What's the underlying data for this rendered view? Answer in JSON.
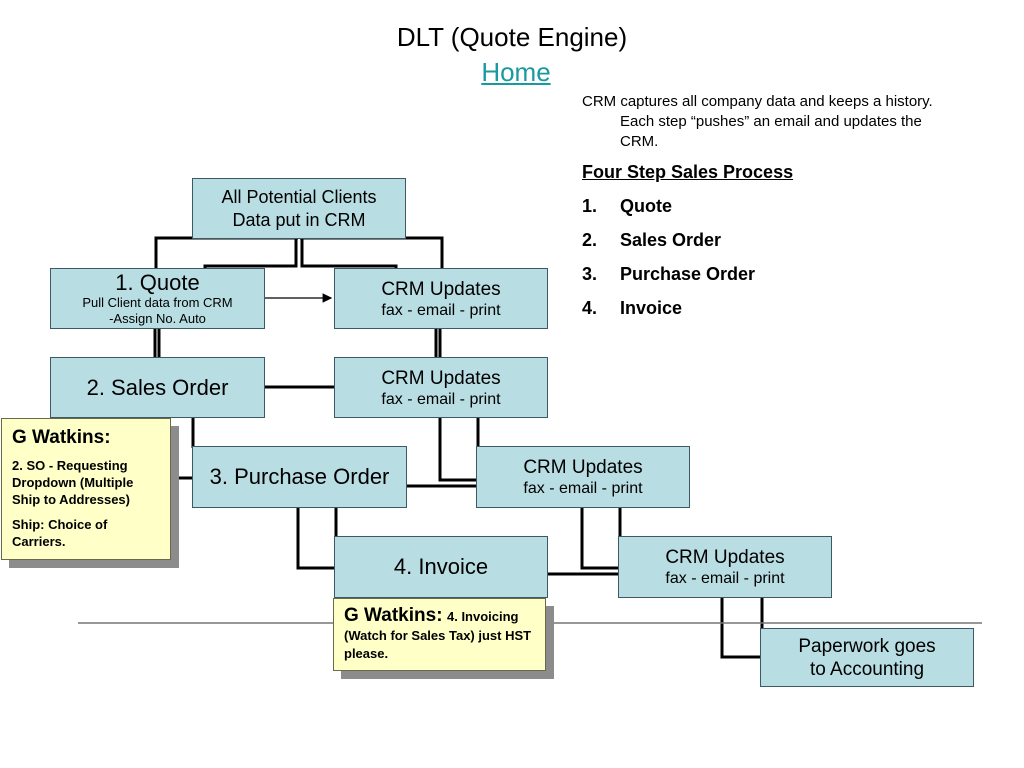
{
  "header": {
    "title": "DLT (Quote Engine)",
    "home_link": "Home"
  },
  "sidebar": {
    "intro": "CRM captures all company data and keeps a history.  Each step “pushes” an email and updates the CRM.",
    "heading": "Four Step Sales Process",
    "steps": [
      {
        "num": "1.",
        "label": "Quote"
      },
      {
        "num": "2.",
        "label": "Sales Order"
      },
      {
        "num": "3.",
        "label": "Purchase Order"
      },
      {
        "num": "4.",
        "label": "Invoice"
      }
    ]
  },
  "diagram": {
    "clients": {
      "line1": "All Potential Clients",
      "line2": "Data put in CRM"
    },
    "quote": {
      "title": "1. Quote",
      "line1": "Pull Client data from CRM",
      "line2": "-Assign No. Auto"
    },
    "sales_order": {
      "title": "2. Sales Order"
    },
    "purchase_order": {
      "title": "3. Purchase Order"
    },
    "invoice": {
      "title": "4. Invoice"
    },
    "crm_1": {
      "title": "CRM Updates",
      "sub": "fax - email - print"
    },
    "crm_2": {
      "title": "CRM Updates",
      "sub": "fax - email - print"
    },
    "crm_3": {
      "title": "CRM Updates",
      "sub": "fax - email - print"
    },
    "crm_4": {
      "title": "CRM Updates",
      "sub": "fax - email - print"
    },
    "accounting": {
      "line1": "Paperwork goes",
      "line2": "to Accounting"
    }
  },
  "notes": {
    "sales_order": {
      "author": "G Watkins:",
      "text1": "2. SO - Requesting Dropdown (Multiple Ship to Addresses)",
      "text2": "Ship: Choice of Carriers."
    },
    "invoice": {
      "author": "G Watkins:",
      "text": "4. Invoicing (Watch for Sales Tax) just HST please."
    }
  },
  "colors": {
    "box_fill": "#b8dde3",
    "note_fill": "#ffffc8",
    "link": "#1a9aa0"
  }
}
